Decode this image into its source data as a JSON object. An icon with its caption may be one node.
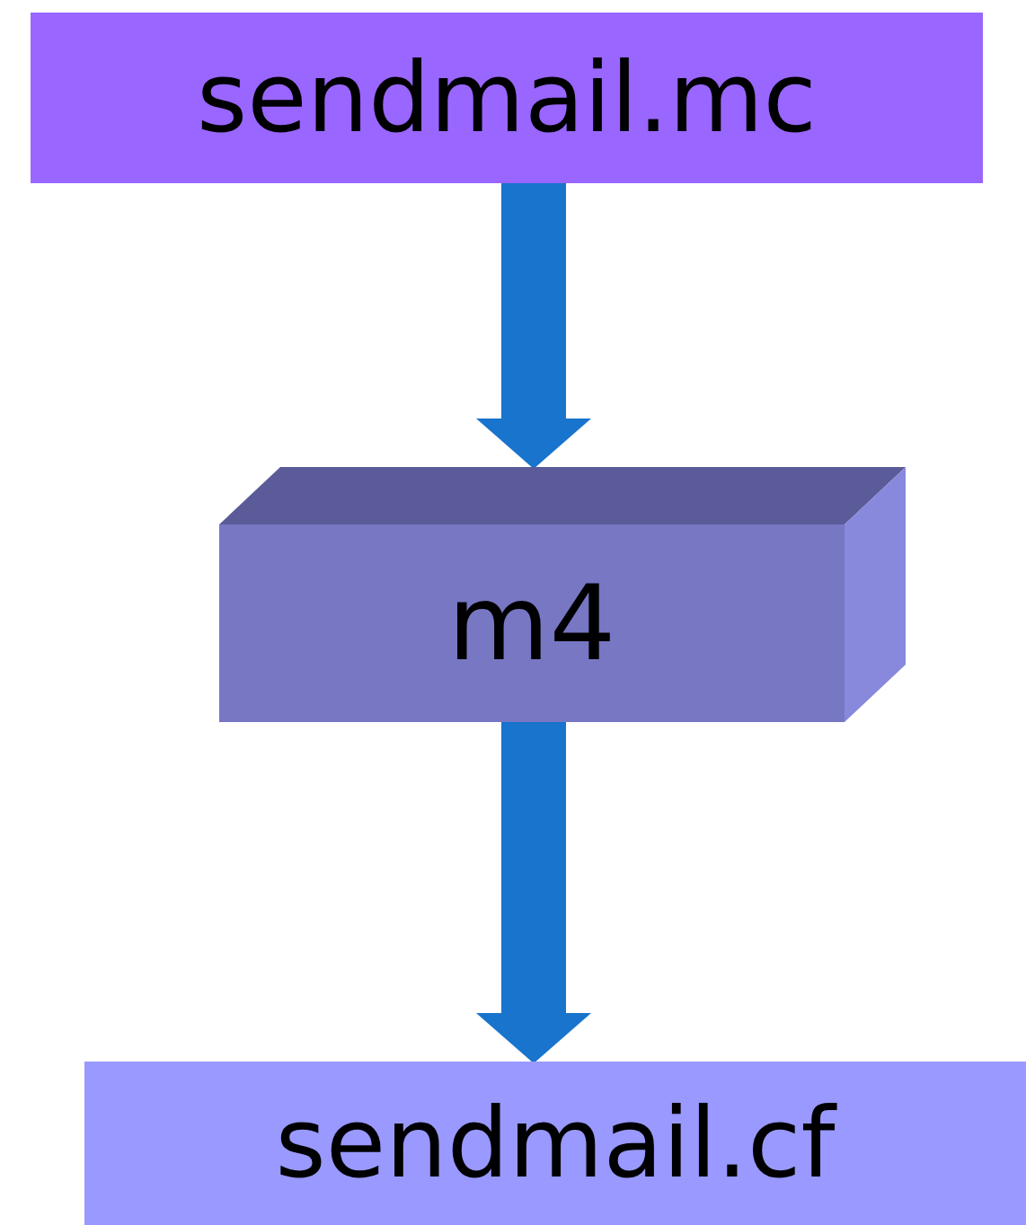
{
  "diagram": {
    "nodes": [
      {
        "text": [
          "sendmail.mc"
        ]
      },
      {
        "text": [
          "m4"
        ]
      },
      {
        "text": [
          "sendmail.cf"
        ]
      }
    ],
    "edges": [
      {
        "from": 0,
        "to": 1,
        "arrow": "to"
      },
      {
        "from": 1,
        "to": 2,
        "arrow": "to"
      }
    ]
  }
}
